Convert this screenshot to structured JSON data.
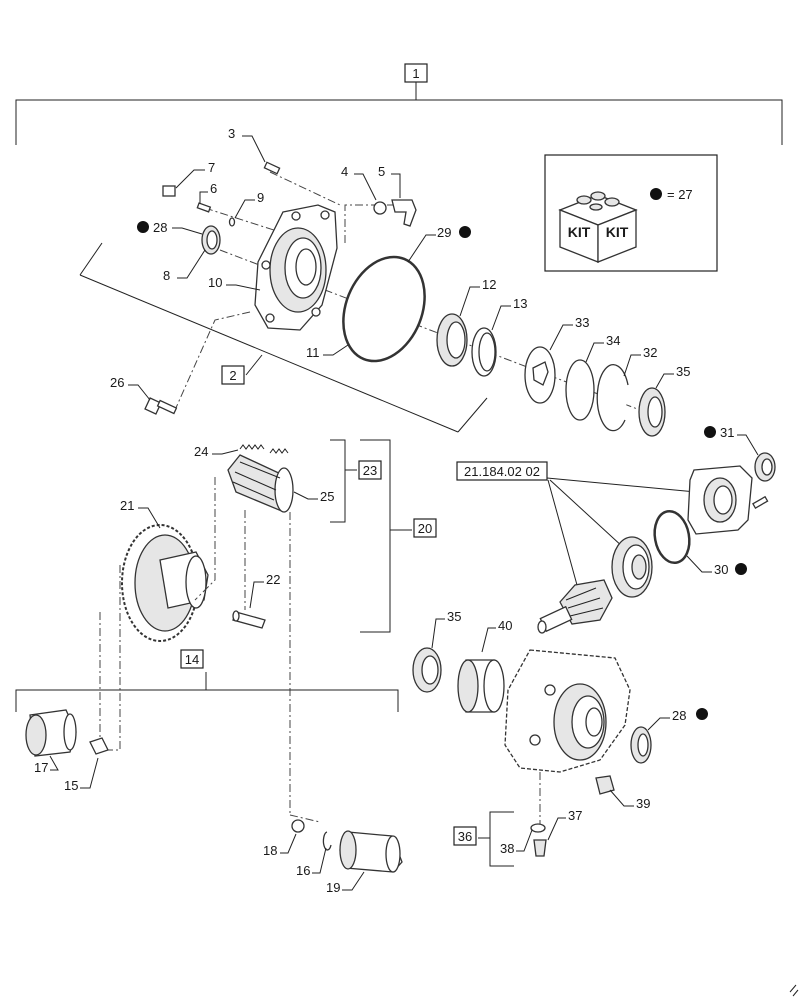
{
  "callouts": {
    "c1": "1",
    "c2": "2",
    "c3": "3",
    "c4": "4",
    "c5": "5",
    "c6": "6",
    "c7": "7",
    "c8": "8",
    "c9": "9",
    "c10": "10",
    "c11": "11",
    "c12": "12",
    "c13": "13",
    "c14": "14",
    "c15": "15",
    "c16": "16",
    "c17": "17",
    "c18": "18",
    "c19": "19",
    "c20": "20",
    "c21": "21",
    "c22": "22",
    "c23": "23",
    "c24": "24",
    "c25": "25",
    "c26": "26",
    "c28a": "28",
    "c28b": "28",
    "c29": "29",
    "c30": "30",
    "c31": "31",
    "c32": "32",
    "c33": "33",
    "c34": "34",
    "c35a": "35",
    "c35b": "35",
    "c36": "36",
    "c37": "37",
    "c38": "38",
    "c39": "39",
    "c40": "40"
  },
  "reference_label": "21.184.02 02",
  "kit_legend": {
    "kit_word_1": "KIT",
    "kit_word_2": "KIT",
    "equation": "= 27"
  },
  "colors": {
    "line": "#333333",
    "marker": "#111111",
    "background": "#ffffff"
  }
}
